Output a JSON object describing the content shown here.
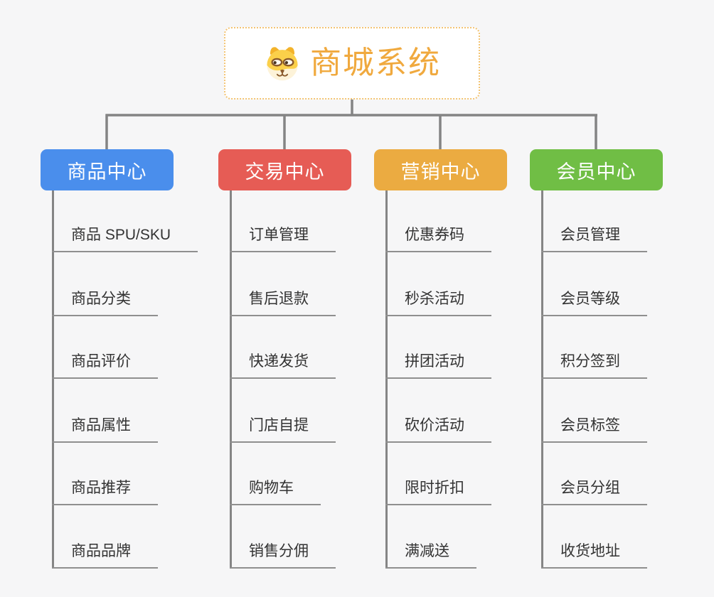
{
  "root": {
    "title": "商城系统",
    "icon": "dog-face-icon",
    "title_color": "#F0A93E",
    "border_color": "#F3C473"
  },
  "branches": [
    {
      "label": "商品中心",
      "color": "#4A8EEC",
      "children": [
        "商品 SPU/SKU",
        "商品分类",
        "商品评价",
        "商品属性",
        "商品推荐",
        "商品品牌"
      ]
    },
    {
      "label": "交易中心",
      "color": "#E65C55",
      "children": [
        "订单管理",
        "售后退款",
        "快递发货",
        "门店自提",
        "购物车",
        "销售分佣"
      ]
    },
    {
      "label": "营销中心",
      "color": "#EBAB41",
      "children": [
        "优惠券码",
        "秒杀活动",
        "拼团活动",
        "砍价活动",
        "限时折扣",
        "满减送"
      ]
    },
    {
      "label": "会员中心",
      "color": "#70BE45",
      "children": [
        "会员管理",
        "会员等级",
        "积分签到",
        "会员标签",
        "会员分组",
        "收货地址"
      ]
    }
  ],
  "line_color": "#848484"
}
